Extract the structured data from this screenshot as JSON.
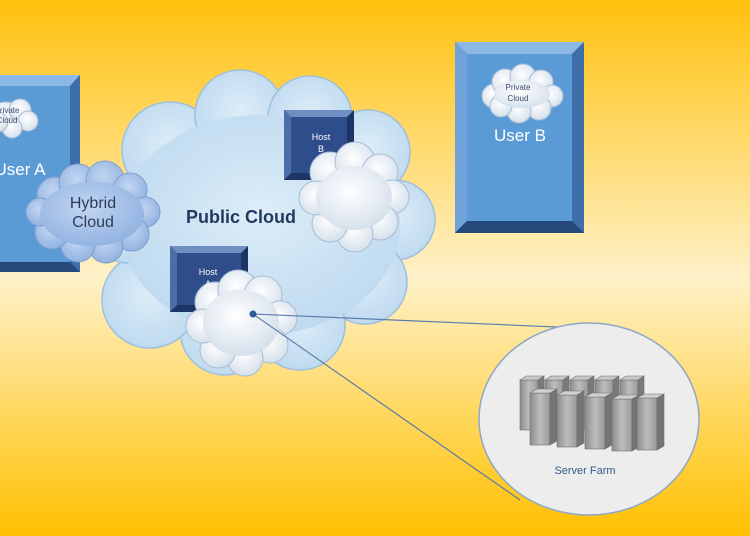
{
  "colors": {
    "background_top": "#FFC10E",
    "background_mid": "#FFF1C8",
    "background_bottom": "#FFC000",
    "user_box": "#5B9BD5",
    "host_box": "#2E4D8A",
    "public_cloud": "#C9E1F3",
    "hybrid_cloud": "#A9C4EC",
    "connector_line": "#5A7EAA"
  },
  "user_a": {
    "label": "User A",
    "private_cloud": "Private\nCloud"
  },
  "user_b": {
    "label": "User B",
    "private_cloud": "Private\nCloud"
  },
  "hybrid_cloud": {
    "label": "Hybrid\nCloud"
  },
  "public_cloud": {
    "label": "Public Cloud"
  },
  "host_a": {
    "label": "Host\nA"
  },
  "host_b": {
    "label": "Host\nB"
  },
  "server_farm": {
    "label": "Server Farm"
  }
}
